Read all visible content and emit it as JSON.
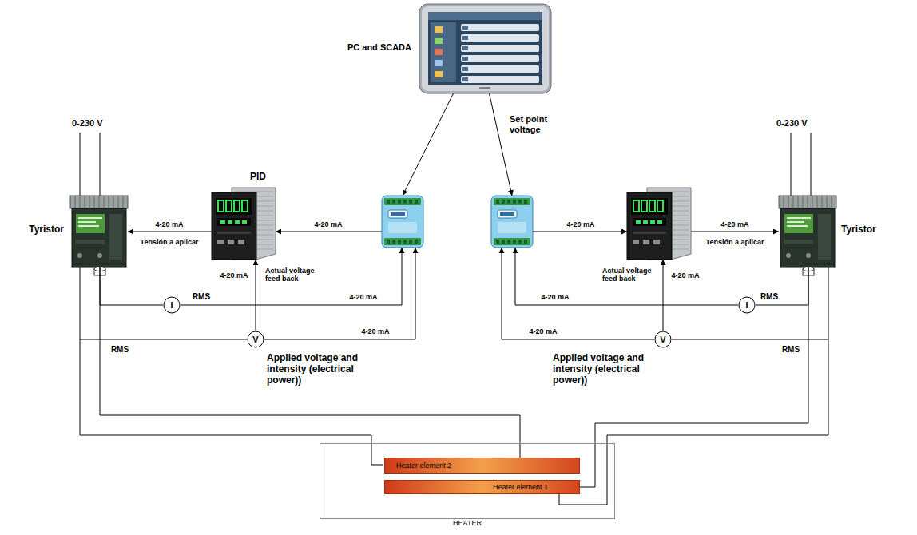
{
  "diagram": {
    "nodes": [
      {
        "text": [
          "PC and SCADA"
        ]
      },
      {
        "text": [
          "Tyristor"
        ]
      },
      {
        "text": [
          "PID"
        ]
      },
      {
        "text": []
      },
      {
        "text": []
      },
      {
        "text": []
      },
      {
        "text": [
          "Tyristor"
        ]
      },
      {
        "text": [
          "I"
        ]
      },
      {
        "text": [
          "V"
        ]
      },
      {
        "text": [
          "I"
        ]
      },
      {
        "text": [
          "V"
        ]
      },
      {
        "text": [
          "HEATER"
        ]
      },
      {
        "text": [
          "Heater element 2"
        ],
        "in": 11
      },
      {
        "text": [
          "Heater element 1"
        ],
        "in": 11
      }
    ],
    "edges": [
      {
        "from": 0,
        "to": 3,
        "arrow": "to"
      },
      {
        "from": 0,
        "to": 4,
        "arrow": "to"
      },
      {
        "from": 3,
        "to": 2,
        "label": "4-20 mA",
        "arrow": "to"
      },
      {
        "from": 2,
        "to": 1,
        "label": "4-20 mA",
        "arrow": "to"
      },
      {
        "from": 4,
        "to": 5,
        "label": "4-20 mA",
        "arrow": "to"
      },
      {
        "from": 5,
        "to": 6,
        "label": "4-20 mA",
        "arrow": "to"
      },
      {
        "from": 1,
        "to": 7,
        "arrow": "none"
      },
      {
        "from": 7,
        "to": 3,
        "label": "4-20 mA",
        "arrow": "to"
      },
      {
        "from": 1,
        "to": 8,
        "arrow": "none"
      },
      {
        "from": 8,
        "to": 2,
        "label": "4-20 mA",
        "arrow": "to"
      },
      {
        "from": 8,
        "to": 3,
        "label": "4-20 mA",
        "arrow": "to"
      },
      {
        "from": 6,
        "to": 9,
        "arrow": "none"
      },
      {
        "from": 9,
        "to": 4,
        "label": "4-20 mA",
        "arrow": "to"
      },
      {
        "from": 6,
        "to": 10,
        "arrow": "none"
      },
      {
        "from": 10,
        "to": 5,
        "label": "4-20 mA",
        "arrow": "to"
      },
      {
        "from": 10,
        "to": 4,
        "label": "4-20 mA",
        "arrow": "to"
      },
      {
        "from": 1,
        "to": 12,
        "arrow": "none"
      },
      {
        "from": 6,
        "to": 13,
        "arrow": "none"
      }
    ],
    "labels": [
      "0-230 V",
      "0-230 V",
      "Set point voltage",
      "Tensión a aplicar",
      "Tensión a aplicar",
      "Actual voltage feed back",
      "Actual voltage feed back",
      "RMS",
      "RMS",
      "RMS",
      "RMS",
      "Applied voltage and intensity (electrical power))",
      "Applied voltage and intensity (electrical power))"
    ]
  }
}
